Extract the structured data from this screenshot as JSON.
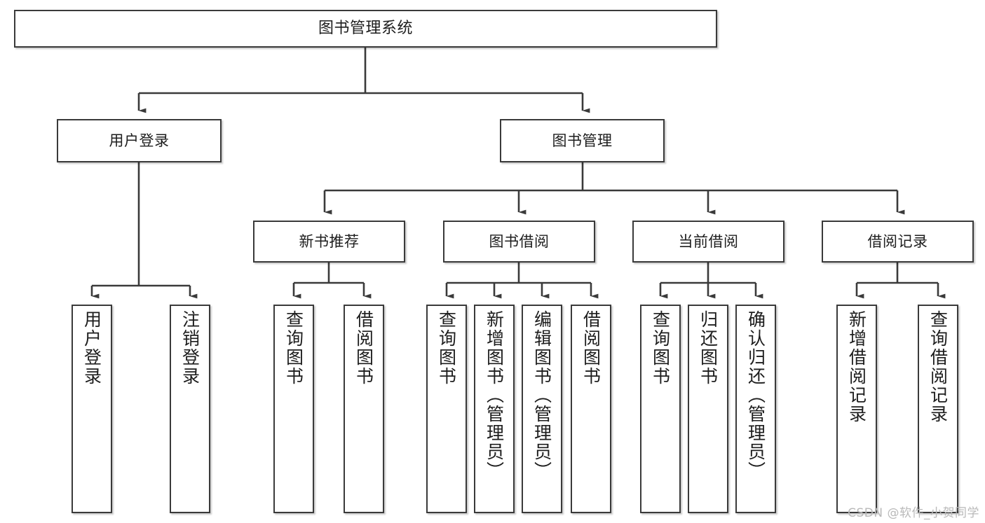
{
  "diagram": {
    "type": "tree",
    "title": "图书管理系统",
    "watermark": "CSDN @软件_小贺同学",
    "edge_color": "#3a3a3a",
    "node_border_color": "#3a3a3a",
    "node_fill_color": "#ffffff",
    "text_color": "#1d1d1d",
    "levels": [
      {
        "level": 0,
        "nodes": [
          {
            "id": "root",
            "label": "图书管理系统",
            "orientation": "horizontal"
          }
        ]
      },
      {
        "level": 1,
        "nodes": [
          {
            "id": "user-login",
            "label": "用户登录",
            "orientation": "horizontal",
            "parent": "root"
          },
          {
            "id": "book-mgmt",
            "label": "图书管理",
            "orientation": "horizontal",
            "parent": "root"
          }
        ]
      },
      {
        "level": 2,
        "nodes": [
          {
            "id": "new-book-rec",
            "label": "新书推荐",
            "orientation": "horizontal",
            "parent": "book-mgmt"
          },
          {
            "id": "book-borrow",
            "label": "图书借阅",
            "orientation": "horizontal",
            "parent": "book-mgmt"
          },
          {
            "id": "current-borrow",
            "label": "当前借阅",
            "orientation": "horizontal",
            "parent": "book-mgmt"
          },
          {
            "id": "borrow-record",
            "label": "借阅记录",
            "orientation": "horizontal",
            "parent": "book-mgmt"
          }
        ]
      },
      {
        "level": 3,
        "nodes": [
          {
            "id": "leaf-1",
            "label": "用户登录",
            "orientation": "vertical",
            "parent": "user-login"
          },
          {
            "id": "leaf-2",
            "label": "注销登录",
            "orientation": "vertical",
            "parent": "user-login"
          },
          {
            "id": "leaf-3",
            "label": "查询图书",
            "orientation": "vertical",
            "parent": "new-book-rec"
          },
          {
            "id": "leaf-4",
            "label": "借阅图书",
            "orientation": "vertical",
            "parent": "new-book-rec"
          },
          {
            "id": "leaf-5",
            "label": "查询图书",
            "orientation": "vertical",
            "parent": "book-borrow"
          },
          {
            "id": "leaf-6",
            "label": "新增图书（管理员）",
            "orientation": "vertical",
            "parent": "book-borrow"
          },
          {
            "id": "leaf-7",
            "label": "编辑图书（管理员）",
            "orientation": "vertical",
            "parent": "book-borrow"
          },
          {
            "id": "leaf-8",
            "label": "借阅图书",
            "orientation": "vertical",
            "parent": "book-borrow"
          },
          {
            "id": "leaf-9",
            "label": "查询图书",
            "orientation": "vertical",
            "parent": "current-borrow"
          },
          {
            "id": "leaf-10",
            "label": "归还图书",
            "orientation": "vertical",
            "parent": "current-borrow"
          },
          {
            "id": "leaf-11",
            "label": "确认归还（管理员）",
            "orientation": "vertical",
            "parent": "current-borrow"
          },
          {
            "id": "leaf-12",
            "label": "新增借阅记录",
            "orientation": "vertical",
            "parent": "borrow-record"
          },
          {
            "id": "leaf-13",
            "label": "查询借阅记录",
            "orientation": "vertical",
            "parent": "borrow-record"
          }
        ]
      }
    ]
  }
}
